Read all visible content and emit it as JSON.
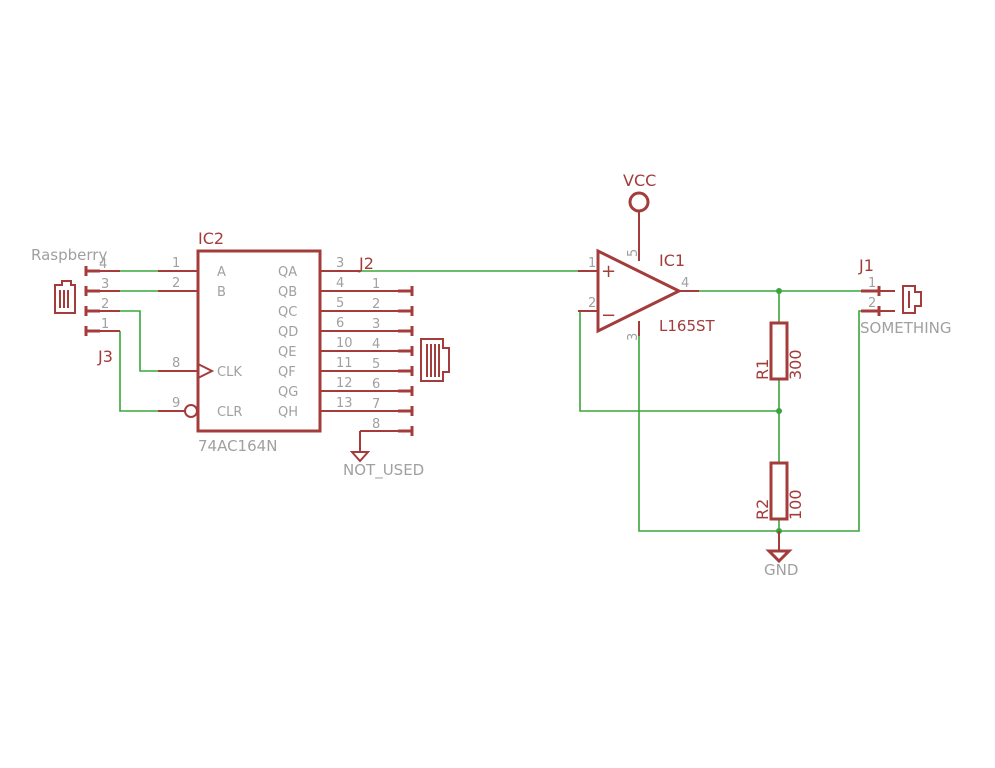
{
  "colors": {
    "symbol": "#a43c3c",
    "wire": "#3aa53a",
    "pin_text": "#a0a0a0",
    "background": "#ffffff"
  },
  "parts": {
    "ic2": {
      "ref": "IC2",
      "value": "74AC164N",
      "left_pins": [
        {
          "num": "1",
          "name": "A"
        },
        {
          "num": "2",
          "name": "B"
        },
        {
          "num": "8",
          "name": "CLK"
        },
        {
          "num": "9",
          "name": "CLR"
        }
      ],
      "right_pins": [
        {
          "num": "3",
          "name": "QA"
        },
        {
          "num": "4",
          "name": "QB"
        },
        {
          "num": "5",
          "name": "QC"
        },
        {
          "num": "6",
          "name": "QD"
        },
        {
          "num": "10",
          "name": "QE"
        },
        {
          "num": "11",
          "name": "QF"
        },
        {
          "num": "12",
          "name": "QG"
        },
        {
          "num": "13",
          "name": "QH"
        }
      ]
    },
    "j3": {
      "ref": "J3",
      "value": "Raspberry",
      "pins": [
        "4",
        "3",
        "2",
        "1"
      ]
    },
    "j2": {
      "ref": "J2",
      "value": "NOT_USED",
      "pins": [
        "1",
        "2",
        "3",
        "4",
        "5",
        "6",
        "7",
        "8"
      ]
    },
    "ic1": {
      "ref": "IC1",
      "value": "L165ST",
      "pins": {
        "plus": "1",
        "minus": "2",
        "gnd": "3",
        "out": "4",
        "vcc": "5"
      },
      "plus_sign": "+",
      "minus_sign": "−"
    },
    "j1": {
      "ref": "J1",
      "value": "SOMETHING",
      "pins": [
        "1",
        "2"
      ]
    },
    "r1": {
      "ref": "R1",
      "value": "300"
    },
    "r2": {
      "ref": "R2",
      "value": "100"
    },
    "vcc": {
      "label": "VCC"
    },
    "gnd": {
      "label": "GND"
    }
  }
}
